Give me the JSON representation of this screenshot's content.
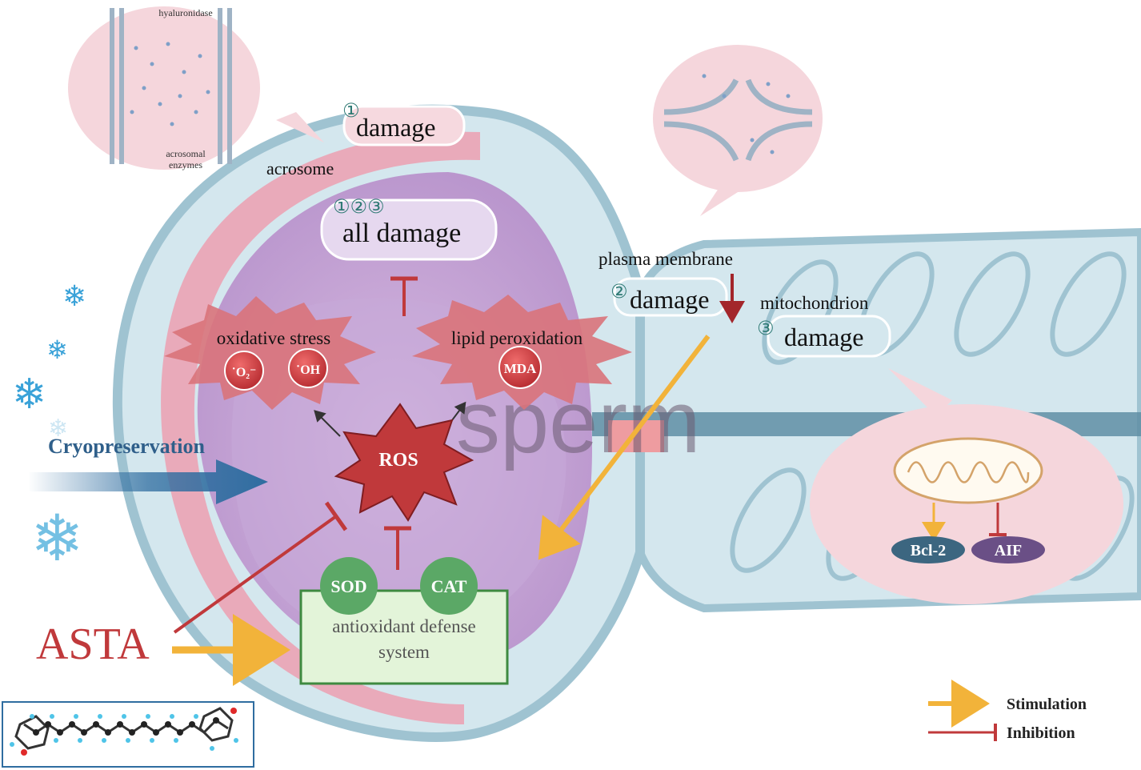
{
  "labels": {
    "hyaluronidase": "hyaluronidase",
    "acrosomal_enzymes_1": "acrosomal",
    "acrosomal_enzymes_2": "enzymes",
    "acrosome": "acrosome",
    "acrosome_damage_num": "①",
    "acrosome_damage": "damage",
    "all_damage_num": "①②③",
    "all_damage": "all damage",
    "plasma_membrane": "plasma membrane",
    "plasma_damage_num": "②",
    "plasma_damage": "damage",
    "mitochondrion": "mitochondrion",
    "mito_damage_num": "③",
    "mito_damage": "damage",
    "oxidative_stress": "oxidative stress",
    "superoxide": "˙O₂⁻",
    "hydroxyl": "˙OH",
    "lipid_peroxidation": "lipid peroxidation",
    "mda": "MDA",
    "ros": "ROS",
    "sperm_watermark": "sperm",
    "cryopreservation": "Cryopreservation",
    "asta": "ASTA",
    "sod": "SOD",
    "cat": "CAT",
    "antioxidant_1": "antioxidant defense",
    "antioxidant_2": "system",
    "bcl2": "Bcl-2",
    "aif": "AIF"
  },
  "legend": {
    "stimulation": "Stimulation",
    "inhibition": "Inhibition"
  },
  "colors": {
    "membrane": "#9fc3d1",
    "cytoplasm": "#d4e7ee",
    "nucleus": "#c9a6d6",
    "acrosome": "#eaa7b6",
    "stimulation": "#f2b33a",
    "inhibition": "#c0393b",
    "cryo_arrow": "#2f6da0",
    "starburst": "#d9737a",
    "enzyme_green": "#5ba866",
    "bcl2": "#3c6680",
    "aif": "#6a4f86"
  },
  "icons": [
    "snowflake-icon",
    "molecule-structure-icon"
  ]
}
